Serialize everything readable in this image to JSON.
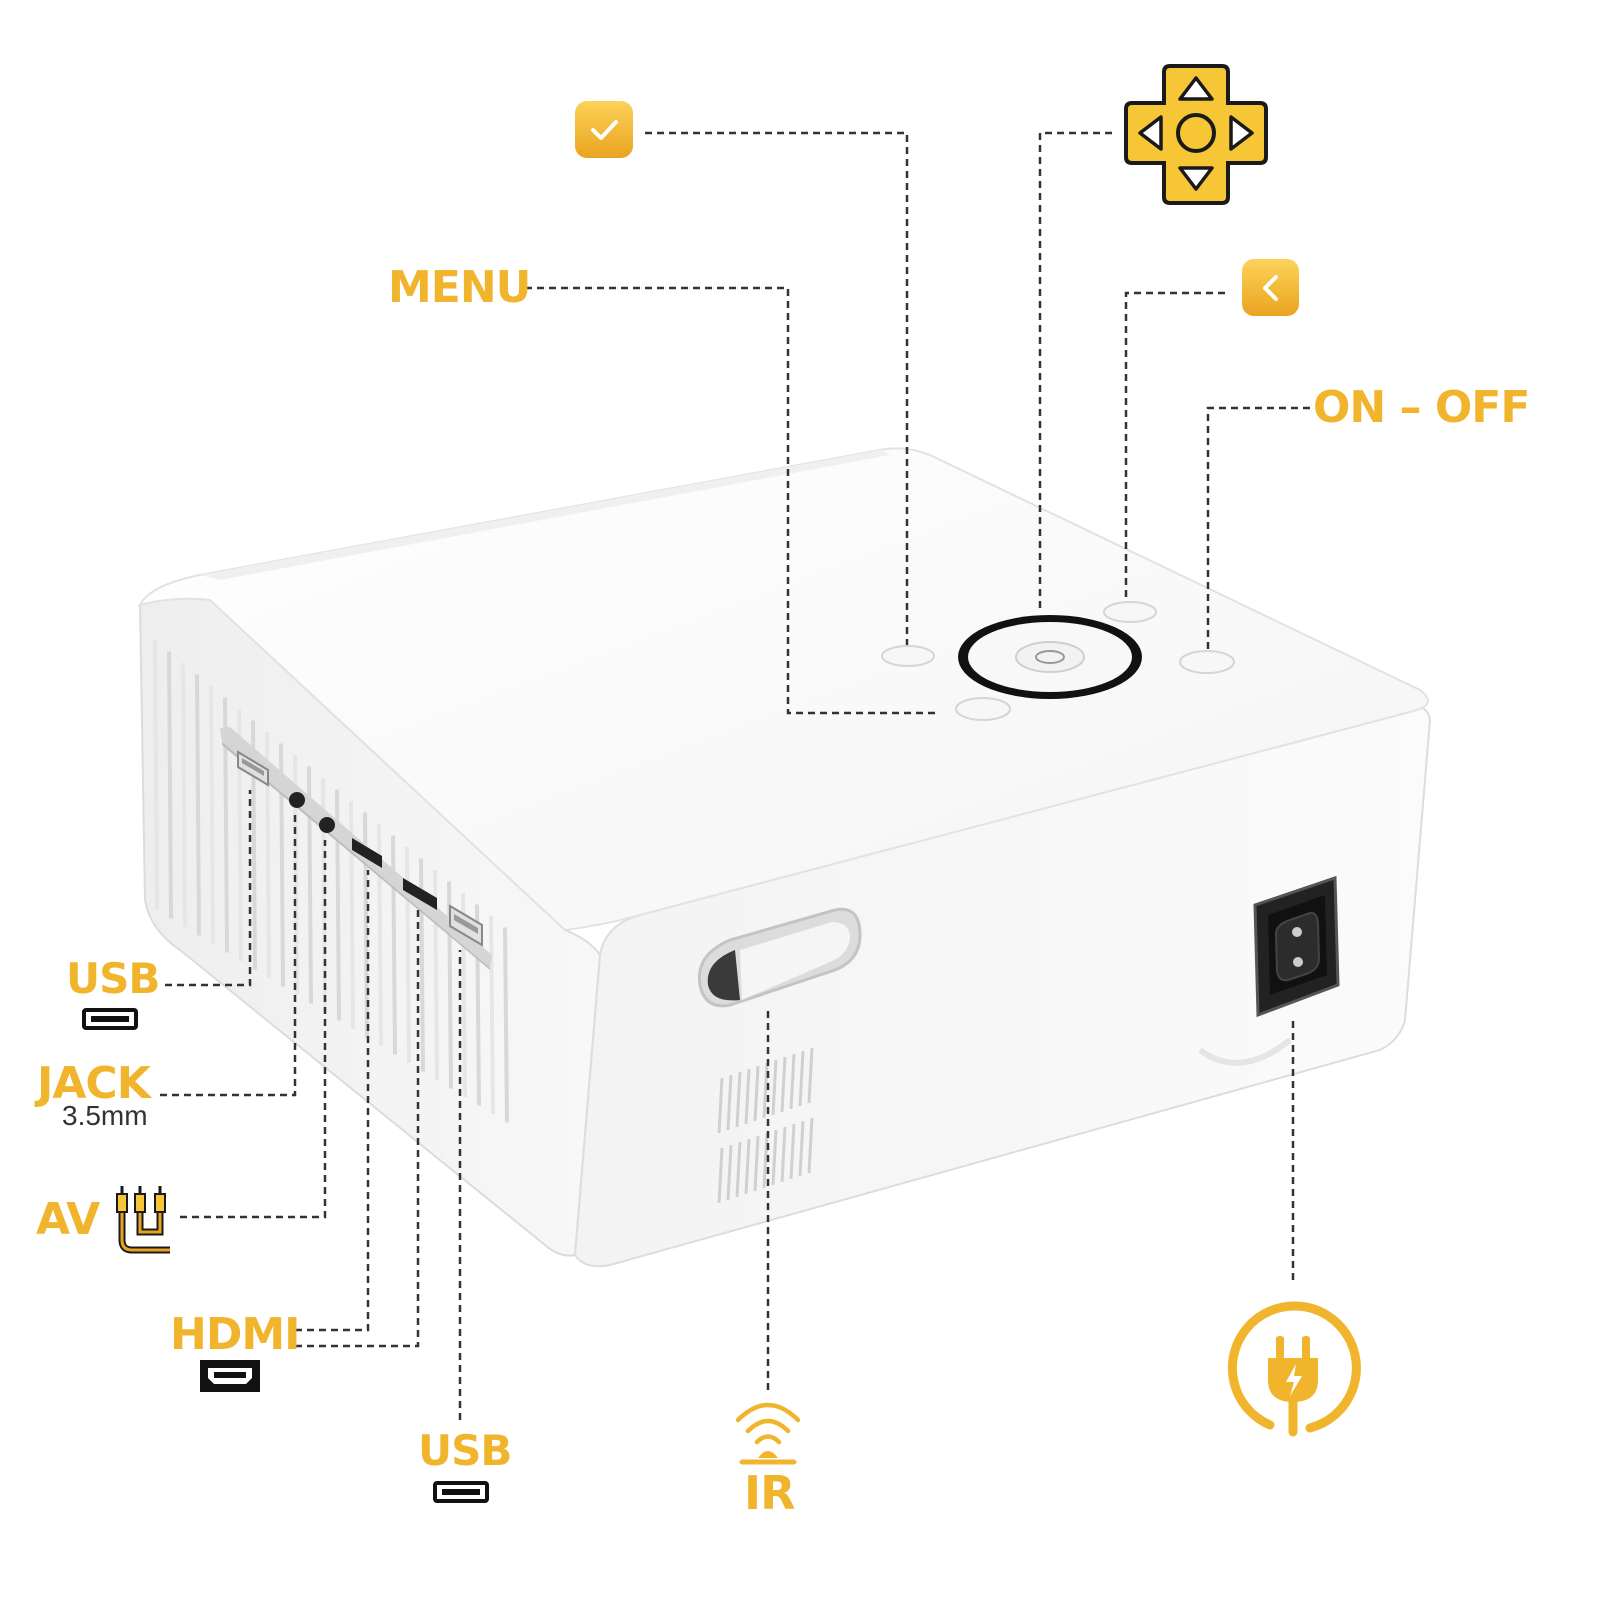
{
  "colors": {
    "accent_light": "#FCC44A",
    "accent_dark": "#E8A21C",
    "device_body": "#FFFFFF",
    "device_shade": "#EDEDED",
    "leader_line": "#333333",
    "port_black": "#1A1A1A"
  },
  "labels": {
    "menu": "MENU",
    "on_off": "ON – OFF",
    "usb_left": "USB",
    "jack": "JACK",
    "jack_sub": "3.5mm",
    "av": "AV",
    "hdmi": "HDMI",
    "usb_bottom": "USB",
    "ir": "IR"
  },
  "icons": {
    "ok_button": "check-icon",
    "direction_pad": "dpad-icon",
    "back_button": "chevron-left-icon",
    "usb_port": "usb-port-icon",
    "av_cable": "rca-cable-icon",
    "hdmi_port": "hdmi-port-icon",
    "ir_receiver": "ir-signal-icon",
    "power": "power-plug-icon"
  }
}
